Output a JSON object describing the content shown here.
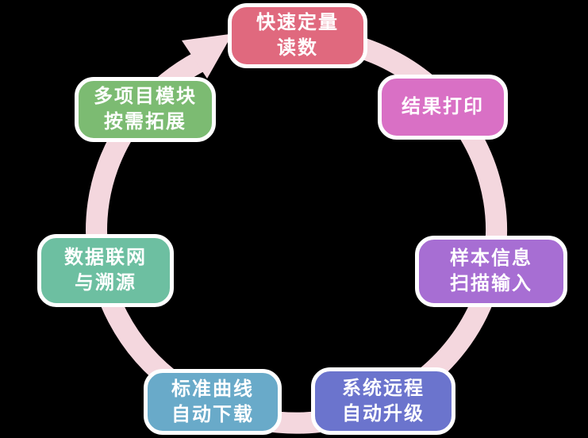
{
  "background_color": "#000000",
  "ring": {
    "color": "#f4d7de",
    "direction": "clockwise"
  },
  "nodes": [
    {
      "position": "top",
      "text": "快速定量\n读数",
      "color": "#e0697e"
    },
    {
      "position": "top-right",
      "text": "结果打印",
      "color": "#d970c5"
    },
    {
      "position": "right",
      "text": "样本信息\n扫描输入",
      "color": "#a76ed3"
    },
    {
      "position": "bottom-right",
      "text": "系统远程\n自动升级",
      "color": "#6b74cd"
    },
    {
      "position": "bottom-left",
      "text": "标准曲线\n自动下载",
      "color": "#69aac9"
    },
    {
      "position": "left",
      "text": "数据联网\n与溯源",
      "color": "#6dbfa1"
    },
    {
      "position": "top-left",
      "text": "多项目模块\n按需拓展",
      "color": "#7cbb72"
    }
  ]
}
